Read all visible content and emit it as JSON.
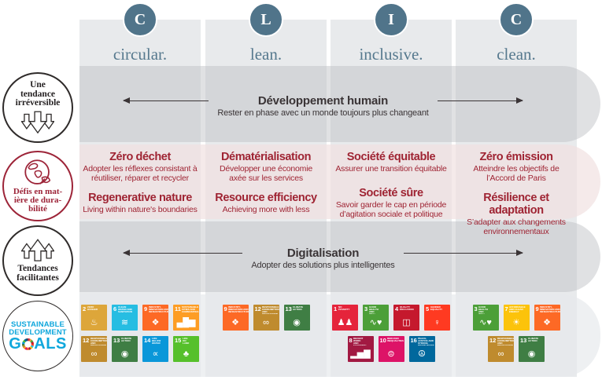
{
  "header": {
    "columns": [
      {
        "letter": "C",
        "label": "circular."
      },
      {
        "letter": "L",
        "label": "lean."
      },
      {
        "letter": "I",
        "label": "inclusive."
      },
      {
        "letter": "C",
        "label": "clean."
      }
    ]
  },
  "bands": {
    "human": {
      "title": "Développement humain",
      "subtitle": "Rester en phase avec un monde toujours plus changeant"
    },
    "digital": {
      "title": "Digitalisation",
      "subtitle": "Adopter des solutions plus intelligentes"
    }
  },
  "left_labels": [
    {
      "lines": [
        "Une",
        "tendance",
        "irréversible"
      ],
      "icon": "merge-arrows-down"
    },
    {
      "lines": [
        "Défis en mat-",
        "ière de dura-",
        "bilité"
      ],
      "icon": "globe-leaf"
    },
    {
      "lines": [
        "Tendances",
        "facilitantes"
      ],
      "icon": "merge-arrows-up"
    },
    {
      "logo": {
        "line1": "SUSTAINABLE",
        "line2": "DEVELOPMENT",
        "goals_g": "G",
        "goals_rest": "ALS"
      }
    }
  ],
  "challenges": {
    "columns": [
      {
        "items": [
          {
            "title": "Zéro déchet",
            "desc": "Adopter les réflexes consistant à réutiliser, réparer et recycler"
          },
          {
            "title": "Regenerative nature",
            "desc": "Living within nature's boundaries"
          }
        ]
      },
      {
        "items": [
          {
            "title": "Dématérialisation",
            "desc": "Développer une économie axée sur les services"
          },
          {
            "title": "Resource efficiency",
            "desc": "Achieving more with less"
          }
        ]
      },
      {
        "items": [
          {
            "title": "Société équitable",
            "desc": "Assurer une transition équitable"
          },
          {
            "title": "Société sûre",
            "desc": "Savoir garder le cap en période d’agitation sociale et politique"
          }
        ]
      },
      {
        "items": [
          {
            "title": "Zéro émission",
            "desc": "Atteindre les objectifs de l’Accord de Paris"
          },
          {
            "title": "Résilience et adaptation",
            "desc": "S’adapter aux changements environnementaux"
          }
        ]
      }
    ]
  },
  "sdg": {
    "columns": [
      {
        "rows": [
          [
            2,
            6,
            9,
            11
          ],
          [
            12,
            13,
            14,
            15
          ]
        ]
      },
      {
        "rows": [
          [
            9,
            12,
            13
          ]
        ]
      },
      {
        "rows": [
          [
            1,
            3,
            4,
            5
          ],
          [
            8,
            10,
            16
          ]
        ]
      },
      {
        "rows": [
          [
            3,
            7,
            9
          ],
          [
            12,
            13
          ]
        ]
      }
    ],
    "goals": {
      "1": {
        "num": "1",
        "name": "No poverty",
        "color": "#E5243B",
        "glyph": "♟♟"
      },
      "2": {
        "num": "2",
        "name": "Zero hunger",
        "color": "#DDA63A",
        "glyph": "♨"
      },
      "3": {
        "num": "3",
        "name": "Good health and well-being",
        "color": "#4C9F38",
        "glyph": "∿♥"
      },
      "4": {
        "num": "4",
        "name": "Quality education",
        "color": "#C5192D",
        "glyph": "◫"
      },
      "5": {
        "num": "5",
        "name": "Gender equality",
        "color": "#FF3A21",
        "glyph": "♀"
      },
      "6": {
        "num": "6",
        "name": "Clean water and sanitation",
        "color": "#26BDE2",
        "glyph": "≋"
      },
      "7": {
        "num": "7",
        "name": "Affordable and clean energy",
        "color": "#FCC30B",
        "glyph": "☀"
      },
      "8": {
        "num": "8",
        "name": "Decent work and economic growth",
        "color": "#A21942",
        "glyph": "▂▅▇"
      },
      "9": {
        "num": "9",
        "name": "Industry, innovation and infrastructure",
        "color": "#FD6925",
        "glyph": "❖"
      },
      "10": {
        "num": "10",
        "name": "Reduced inequalities",
        "color": "#DD1367",
        "glyph": "⊜"
      },
      "11": {
        "num": "11",
        "name": "Sustainable cities and communities",
        "color": "#FD9D24",
        "glyph": "▄█▆"
      },
      "12": {
        "num": "12",
        "name": "Responsible consumption and production",
        "color": "#BF8B2E",
        "glyph": "∞"
      },
      "13": {
        "num": "13",
        "name": "Climate action",
        "color": "#3F7E44",
        "glyph": "◉"
      },
      "14": {
        "num": "14",
        "name": "Life below water",
        "color": "#0A97D9",
        "glyph": "∝"
      },
      "15": {
        "num": "15",
        "name": "Life on land",
        "color": "#56C02B",
        "glyph": "♣"
      },
      "16": {
        "num": "16",
        "name": "Peace, justice and strong institutions",
        "color": "#00689D",
        "glyph": "☮"
      }
    }
  },
  "colors": {
    "slate": "#56798e",
    "slate_circle": "#50748a",
    "red_text": "#9f2433",
    "red_border": "#9d2438",
    "charcoal": "#3a3436",
    "column_strip": "#e8eaec",
    "sdg_logo_blue": "#0fa7dc"
  }
}
